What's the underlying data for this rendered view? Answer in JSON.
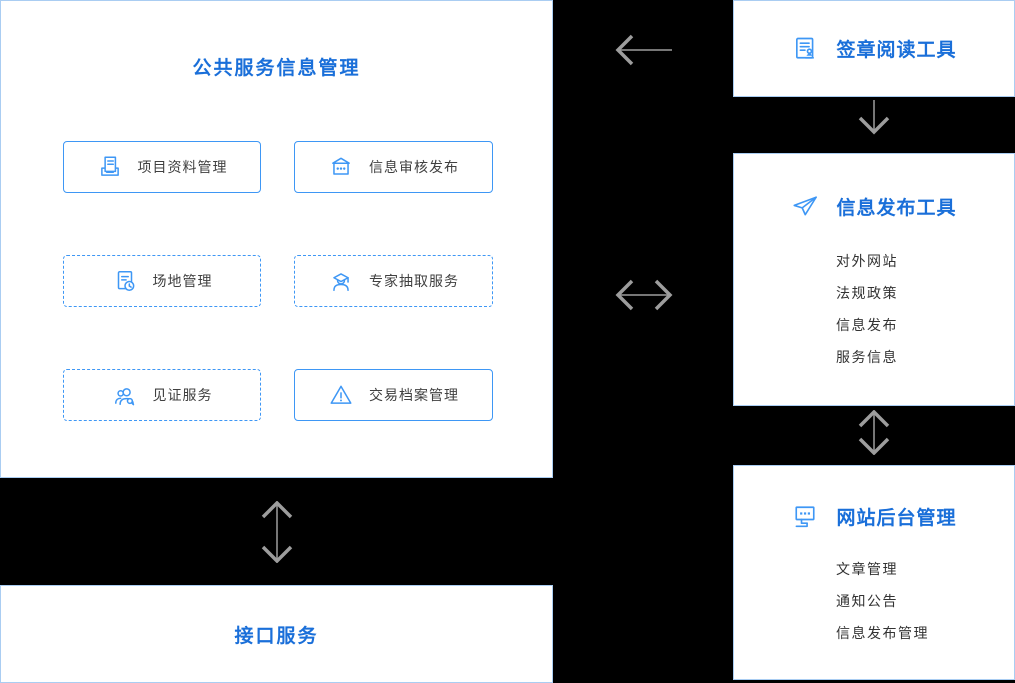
{
  "colors": {
    "background": "#000000",
    "title_blue": "#1a6fd9",
    "icon_blue": "#3e97f5",
    "box_border_blue": "#3e97f5",
    "panel_border": "#aacdf2",
    "arrow_gray": "#9d9d9d",
    "box_text": "#404040",
    "list_text": "#333333"
  },
  "left_panel": {
    "title": "公共服务信息管理",
    "modules": [
      {
        "label": "项目资料管理",
        "icon": "printer-document-icon",
        "border": "solid"
      },
      {
        "label": "信息审核发布",
        "icon": "storefront-dots-icon",
        "border": "solid"
      },
      {
        "label": "场地管理",
        "icon": "document-clock-icon",
        "border": "dashed"
      },
      {
        "label": "专家抽取服务",
        "icon": "graduate-cap-person-icon",
        "border": "dashed"
      },
      {
        "label": "见证服务",
        "icon": "people-magnifier-icon",
        "border": "dashed"
      },
      {
        "label": "交易档案管理",
        "icon": "warning-triangle-icon",
        "border": "solid"
      }
    ]
  },
  "interface_panel": {
    "title": "接口服务"
  },
  "right_panels": [
    {
      "title": "签章阅读工具",
      "icon": "document-stamp-icon",
      "items": []
    },
    {
      "title": "信息发布工具",
      "icon": "paper-plane-icon",
      "items": [
        "对外网站",
        "法规政策",
        "信息发布",
        "服务信息"
      ]
    },
    {
      "title": "网站后台管理",
      "icon": "monitor-dots-icon",
      "items": [
        "文章管理",
        "通知公告",
        "信息发布管理"
      ]
    }
  ],
  "connectors": [
    {
      "name": "arrow-left-single",
      "direction": "left"
    },
    {
      "name": "arrow-horizontal-double",
      "direction": "left-right"
    },
    {
      "name": "arrow-down-single",
      "direction": "down"
    },
    {
      "name": "arrow-vertical-double-right",
      "direction": "up-down"
    },
    {
      "name": "arrow-vertical-double-left",
      "direction": "up-down"
    }
  ]
}
